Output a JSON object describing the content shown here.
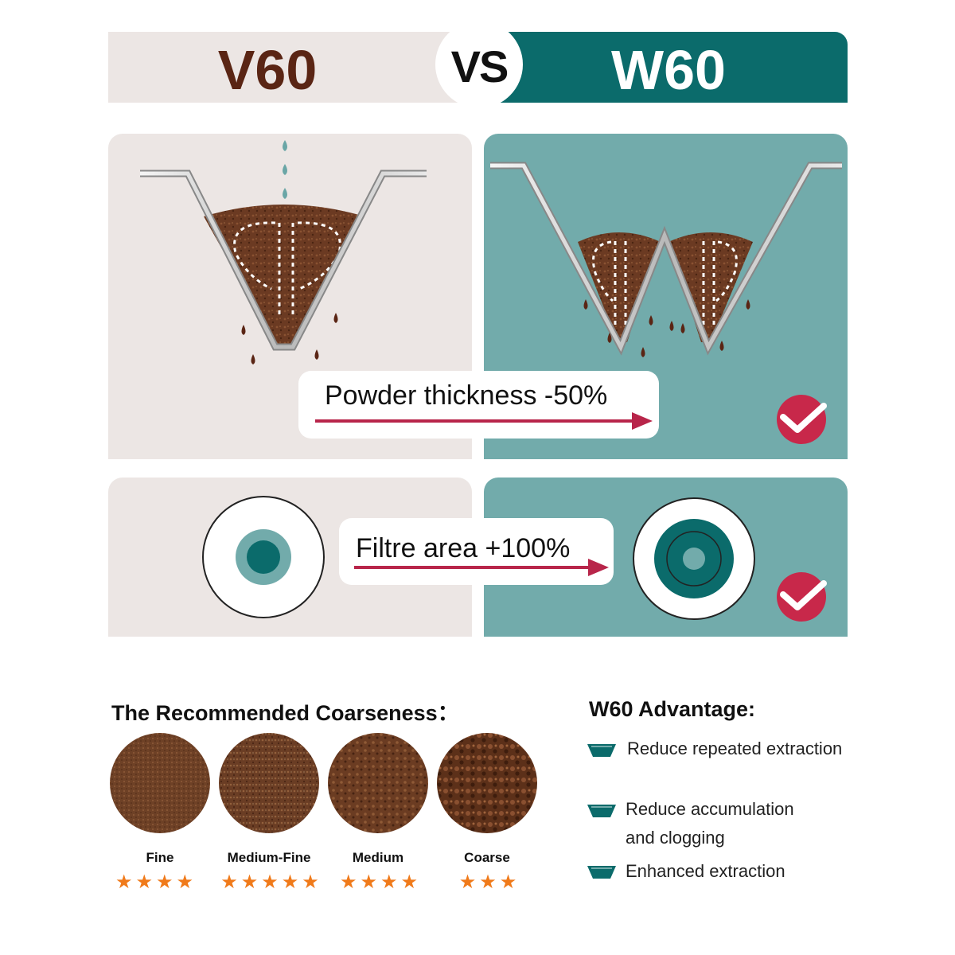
{
  "header": {
    "left_title": "V60",
    "vs": "VS",
    "right_title": "W60"
  },
  "comparison": {
    "powder_label": "Powder thickness -50%",
    "filter_label": "Filtre area +100%"
  },
  "coarseness": {
    "title": "The Recommended Coarseness：",
    "grinds": [
      {
        "label": "Fine",
        "stars": 4,
        "stars_text": "★★★★"
      },
      {
        "label": "Medium-Fine",
        "stars": 5,
        "stars_text": "★★★★★"
      },
      {
        "label": "Medium",
        "stars": 4,
        "stars_text": "★★★★"
      },
      {
        "label": "Coarse",
        "stars": 3,
        "stars_text": "★★★"
      }
    ]
  },
  "advantages": {
    "title": "W60 Advantage:",
    "items": [
      "Reduce repeated extraction",
      "Reduce accumulation and clogging",
      "Enhanced extraction"
    ]
  },
  "colors": {
    "v60_panel": "#ece6e4",
    "w60_panel": "#72abab",
    "w60_header": "#0b6b6b",
    "v60_text": "#5a2514",
    "arrow": "#b8254a",
    "check_badge": "#c8284a",
    "star": "#f07a1a"
  }
}
